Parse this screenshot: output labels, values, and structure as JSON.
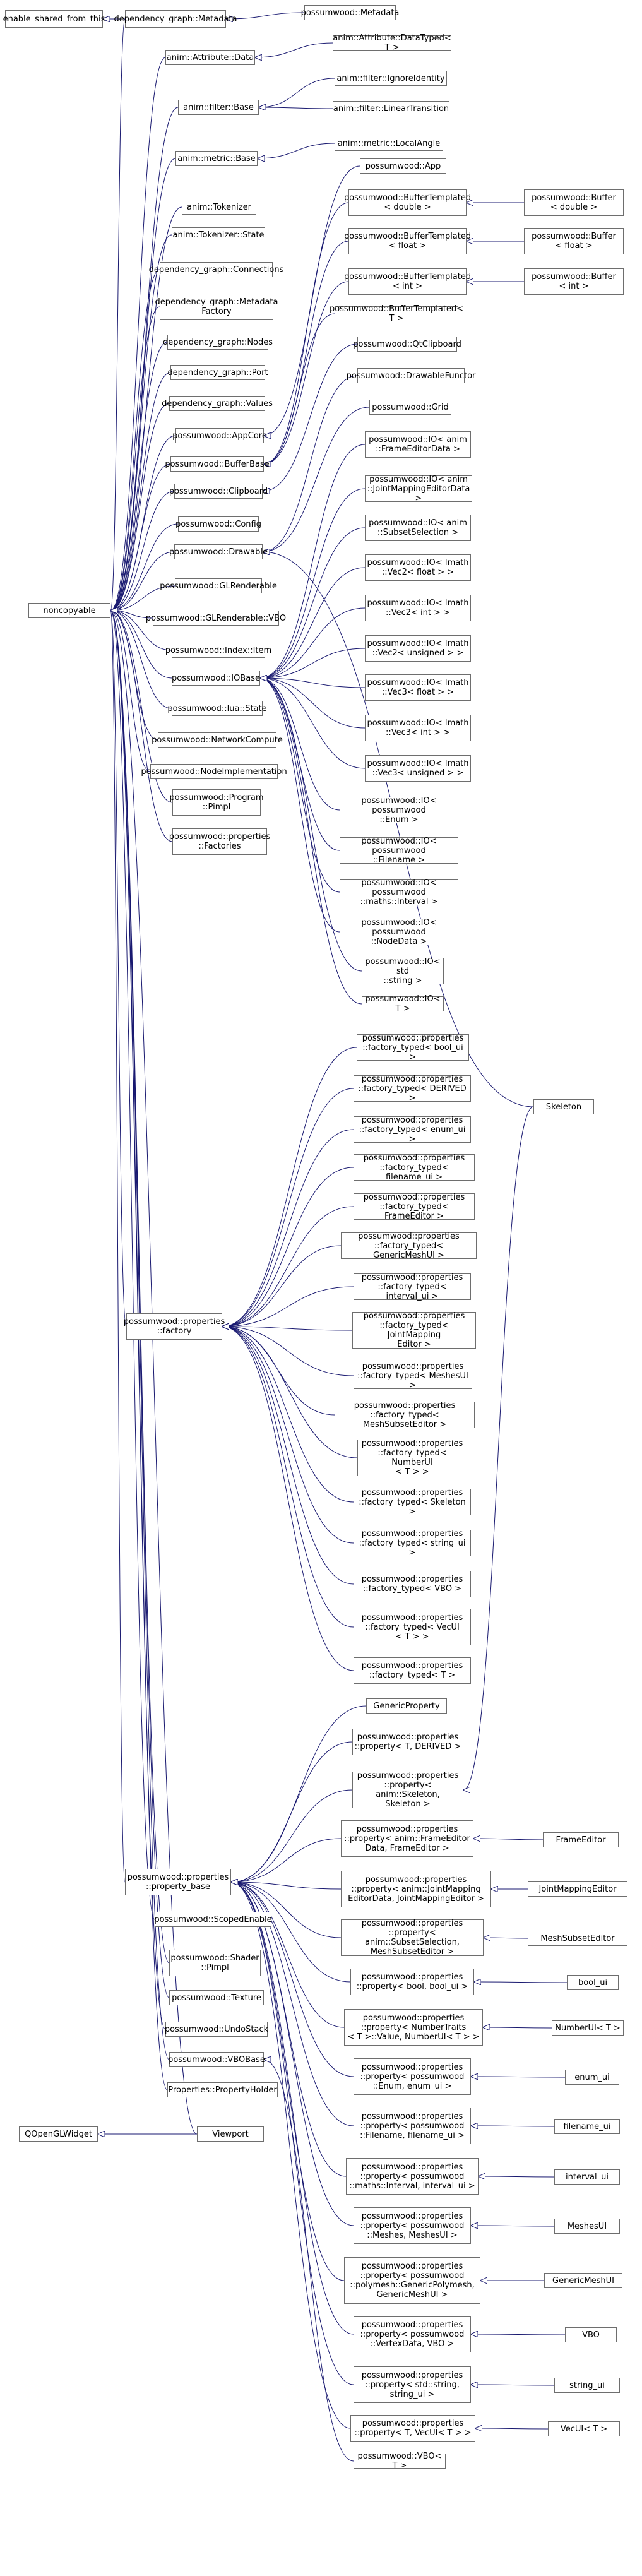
{
  "diagram": {
    "edge_color": "#191970",
    "node_border_color": "#6e6e6e",
    "nodes": [
      {
        "id": "esft",
        "label": "enable_shared_from_this"
      },
      {
        "id": "dgmeta",
        "label": "dependency_graph::Metadata"
      },
      {
        "id": "pwmeta",
        "label": "possumwood::Metadata"
      },
      {
        "id": "aad",
        "label": "anim::Attribute::Data"
      },
      {
        "id": "aadt",
        "label": "anim::Attribute::DataTyped< T >"
      },
      {
        "id": "afb",
        "label": "anim::filter::Base"
      },
      {
        "id": "afi",
        "label": "anim::filter::IgnoreIdentity"
      },
      {
        "id": "afl",
        "label": "anim::filter::LinearTransition"
      },
      {
        "id": "amb",
        "label": "anim::metric::Base"
      },
      {
        "id": "aml",
        "label": "anim::metric::LocalAngle"
      },
      {
        "id": "pwapp",
        "label": "possumwood::App"
      },
      {
        "id": "tok",
        "label": "anim::Tokenizer"
      },
      {
        "id": "btd",
        "label": "possumwood::BufferTemplated\n< double >"
      },
      {
        "id": "bd",
        "label": "possumwood::Buffer\n< double >"
      },
      {
        "id": "toks",
        "label": "anim::Tokenizer::State"
      },
      {
        "id": "btf",
        "label": "possumwood::BufferTemplated\n< float >"
      },
      {
        "id": "bf",
        "label": "possumwood::Buffer\n< float >"
      },
      {
        "id": "dgconn",
        "label": "dependency_graph::Connections"
      },
      {
        "id": "bti",
        "label": "possumwood::BufferTemplated\n< int >"
      },
      {
        "id": "bi",
        "label": "possumwood::Buffer\n< int >"
      },
      {
        "id": "dgmf",
        "label": "dependency_graph::Metadata\nFactory"
      },
      {
        "id": "btt",
        "label": "possumwood::BufferTemplated< T >"
      },
      {
        "id": "dgnodes",
        "label": "dependency_graph::Nodes"
      },
      {
        "id": "qtclip",
        "label": "possumwood::QtClipboard"
      },
      {
        "id": "dgport",
        "label": "dependency_graph::Port"
      },
      {
        "id": "drawfn",
        "label": "possumwood::DrawableFunctor"
      },
      {
        "id": "dgvals",
        "label": "dependency_graph::Values"
      },
      {
        "id": "appcore",
        "label": "possumwood::AppCore"
      },
      {
        "id": "grid",
        "label": "possumwood::Grid"
      },
      {
        "id": "bufbase",
        "label": "possumwood::BufferBase"
      },
      {
        "id": "clip",
        "label": "possumwood::Clipboard"
      },
      {
        "id": "io_fed",
        "label": "possumwood::IO< anim\n::FrameEditorData >"
      },
      {
        "id": "config",
        "label": "possumwood::Config"
      },
      {
        "id": "io_jmed",
        "label": "possumwood::IO< anim\n::JointMappingEditorData >"
      },
      {
        "id": "drawable",
        "label": "possumwood::Drawable"
      },
      {
        "id": "io_ss",
        "label": "possumwood::IO< anim\n::SubsetSelection >"
      },
      {
        "id": "noncopy",
        "label": "noncopyable"
      },
      {
        "id": "glrend",
        "label": "possumwood::GLRenderable"
      },
      {
        "id": "io_v2f",
        "label": "possumwood::IO< Imath\n::Vec2< float > >"
      },
      {
        "id": "glvbo",
        "label": "possumwood::GLRenderable::VBO"
      },
      {
        "id": "io_v2i",
        "label": "possumwood::IO< Imath\n::Vec2< int > >"
      },
      {
        "id": "idxitem",
        "label": "possumwood::Index::Item"
      },
      {
        "id": "io_v2u",
        "label": "possumwood::IO< Imath\n::Vec2< unsigned > >"
      },
      {
        "id": "iobase",
        "label": "possumwood::IOBase"
      },
      {
        "id": "io_v3f",
        "label": "possumwood::IO< Imath\n::Vec3< float > >"
      },
      {
        "id": "luastate",
        "label": "possumwood::lua::State"
      },
      {
        "id": "io_v3i",
        "label": "possumwood::IO< Imath\n::Vec3< int > >"
      },
      {
        "id": "netcomp",
        "label": "possumwood::NetworkCompute"
      },
      {
        "id": "io_v3u",
        "label": "possumwood::IO< Imath\n::Vec3< unsigned > >"
      },
      {
        "id": "nodeimpl",
        "label": "possumwood::NodeImplementation"
      },
      {
        "id": "progpimpl",
        "label": "possumwood::Program\n::Pimpl"
      },
      {
        "id": "io_enum",
        "label": "possumwood::IO< possumwood\n::Enum >"
      },
      {
        "id": "propfacts",
        "label": "possumwood::properties\n::Factories"
      },
      {
        "id": "io_fn",
        "label": "possumwood::IO< possumwood\n::Filename >"
      },
      {
        "id": "io_int",
        "label": "possumwood::IO< possumwood\n::maths::Interval >"
      },
      {
        "id": "io_nd",
        "label": "possumwood::IO< possumwood\n::NodeData >"
      },
      {
        "id": "io_str",
        "label": "possumwood::IO< std\n::string >"
      },
      {
        "id": "io_t",
        "label": "possumwood::IO< T >"
      },
      {
        "id": "ft_bool",
        "label": "possumwood::properties\n::factory_typed< bool_ui >"
      },
      {
        "id": "ft_der",
        "label": "possumwood::properties\n::factory_typed< DERIVED >"
      },
      {
        "id": "skeleton",
        "label": "Skeleton"
      },
      {
        "id": "ft_enum",
        "label": "possumwood::properties\n::factory_typed< enum_ui >"
      },
      {
        "id": "ft_fn",
        "label": "possumwood::properties\n::factory_typed< filename_ui >"
      },
      {
        "id": "ft_fe",
        "label": "possumwood::properties\n::factory_typed< FrameEditor >"
      },
      {
        "id": "ft_gm",
        "label": "possumwood::properties\n::factory_typed< GenericMeshUI >"
      },
      {
        "id": "ft_int",
        "label": "possumwood::properties\n::factory_typed< interval_ui >"
      },
      {
        "id": "factory",
        "label": "possumwood::properties\n::factory"
      },
      {
        "id": "ft_jme",
        "label": "possumwood::properties\n::factory_typed< JointMapping\nEditor >"
      },
      {
        "id": "ft_mesh",
        "label": "possumwood::properties\n::factory_typed< MeshesUI >"
      },
      {
        "id": "ft_mse",
        "label": "possumwood::properties\n::factory_typed< MeshSubsetEditor >"
      },
      {
        "id": "ft_num",
        "label": "possumwood::properties\n::factory_typed< NumberUI\n< T > >"
      },
      {
        "id": "ft_skel",
        "label": "possumwood::properties\n::factory_typed< Skeleton >"
      },
      {
        "id": "ft_str",
        "label": "possumwood::properties\n::factory_typed< string_ui >"
      },
      {
        "id": "ft_vbo",
        "label": "possumwood::properties\n::factory_typed< VBO >"
      },
      {
        "id": "ft_vec",
        "label": "possumwood::properties\n::factory_typed< VecUI\n< T > >"
      },
      {
        "id": "ft_t",
        "label": "possumwood::properties\n::factory_typed< T >"
      },
      {
        "id": "genprop",
        "label": "GenericProperty"
      },
      {
        "id": "p_tder",
        "label": "possumwood::properties\n::property< T, DERIVED >"
      },
      {
        "id": "p_skel",
        "label": "possumwood::properties\n::property< anim::Skeleton,\nSkeleton >"
      },
      {
        "id": "p_fe",
        "label": "possumwood::properties\n::property< anim::FrameEditor\nData, FrameEditor >"
      },
      {
        "id": "frameeditor",
        "label": "FrameEditor"
      },
      {
        "id": "propbase",
        "label": "possumwood::properties\n::property_base"
      },
      {
        "id": "p_jme",
        "label": "possumwood::properties\n::property< anim::JointMapping\nEditorData, JointMappingEditor >"
      },
      {
        "id": "jme",
        "label": "JointMappingEditor"
      },
      {
        "id": "scoped",
        "label": "possumwood::ScopedEnable"
      },
      {
        "id": "p_mse",
        "label": "possumwood::properties\n::property< anim::SubsetSelection,\nMeshSubsetEditor >"
      },
      {
        "id": "mse",
        "label": "MeshSubsetEditor"
      },
      {
        "id": "shpimpl",
        "label": "possumwood::Shader\n::Pimpl"
      },
      {
        "id": "p_bool",
        "label": "possumwood::properties\n::property< bool, bool_ui >"
      },
      {
        "id": "boolui",
        "label": "bool_ui"
      },
      {
        "id": "texture",
        "label": "possumwood::Texture"
      },
      {
        "id": "p_num",
        "label": "possumwood::properties\n::property< NumberTraits\n< T >::Value, NumberUI< T > >"
      },
      {
        "id": "numui",
        "label": "NumberUI< T >"
      },
      {
        "id": "undo",
        "label": "possumwood::UndoStack"
      },
      {
        "id": "p_enum",
        "label": "possumwood::properties\n::property< possumwood\n::Enum, enum_ui >"
      },
      {
        "id": "enumui",
        "label": "enum_ui"
      },
      {
        "id": "vbobase",
        "label": "possumwood::VBOBase"
      },
      {
        "id": "propholder",
        "label": "Properties::PropertyHolder"
      },
      {
        "id": "p_fn",
        "label": "possumwood::properties\n::property< possumwood\n::Filename, filename_ui >"
      },
      {
        "id": "fnui",
        "label": "filename_ui"
      },
      {
        "id": "qglw",
        "label": "QOpenGLWidget"
      },
      {
        "id": "viewport",
        "label": "Viewport"
      },
      {
        "id": "p_int",
        "label": "possumwood::properties\n::property< possumwood\n::maths::Interval, interval_ui >"
      },
      {
        "id": "intui",
        "label": "interval_ui"
      },
      {
        "id": "p_mesh",
        "label": "possumwood::properties\n::property< possumwood\n::Meshes, MeshesUI >"
      },
      {
        "id": "meshui",
        "label": "MeshesUI"
      },
      {
        "id": "p_gm",
        "label": "possumwood::properties\n::property< possumwood\n::polymesh::GenericPolymesh,\nGenericMeshUI >"
      },
      {
        "id": "gmui",
        "label": "GenericMeshUI"
      },
      {
        "id": "p_vbo",
        "label": "possumwood::properties\n::property< possumwood\n::VertexData, VBO >"
      },
      {
        "id": "vboui",
        "label": "VBO"
      },
      {
        "id": "p_str",
        "label": "possumwood::properties\n::property< std::string,\nstring_ui >"
      },
      {
        "id": "strui",
        "label": "string_ui"
      },
      {
        "id": "p_vec",
        "label": "possumwood::properties\n::property< T, VecUI< T > >"
      },
      {
        "id": "vecui",
        "label": "VecUI< T >"
      },
      {
        "id": "vbot",
        "label": "possumwood::VBO< T >"
      }
    ],
    "edges": [
      [
        "dgmeta",
        "esft"
      ],
      [
        "pwmeta",
        "dgmeta"
      ],
      [
        "dgmeta",
        "noncopy"
      ],
      [
        "aadt",
        "aad"
      ],
      [
        "aad",
        "noncopy"
      ],
      [
        "afi",
        "afb"
      ],
      [
        "afl",
        "afb"
      ],
      [
        "afb",
        "noncopy"
      ],
      [
        "aml",
        "amb"
      ],
      [
        "amb",
        "noncopy"
      ],
      [
        "tok",
        "noncopy"
      ],
      [
        "toks",
        "noncopy"
      ],
      [
        "dgconn",
        "noncopy"
      ],
      [
        "dgmf",
        "noncopy"
      ],
      [
        "dgnodes",
        "noncopy"
      ],
      [
        "dgport",
        "noncopy"
      ],
      [
        "dgvals",
        "noncopy"
      ],
      [
        "pwapp",
        "appcore"
      ],
      [
        "appcore",
        "noncopy"
      ],
      [
        "bd",
        "btd"
      ],
      [
        "bf",
        "btf"
      ],
      [
        "bi",
        "bti"
      ],
      [
        "btd",
        "bufbase"
      ],
      [
        "btf",
        "bufbase"
      ],
      [
        "bti",
        "bufbase"
      ],
      [
        "btt",
        "bufbase"
      ],
      [
        "bufbase",
        "noncopy"
      ],
      [
        "qtclip",
        "clip"
      ],
      [
        "clip",
        "noncopy"
      ],
      [
        "config",
        "noncopy"
      ],
      [
        "drawfn",
        "drawable"
      ],
      [
        "grid",
        "drawable"
      ],
      [
        "skeleton",
        "drawable"
      ],
      [
        "drawable",
        "noncopy"
      ],
      [
        "glrend",
        "noncopy"
      ],
      [
        "glvbo",
        "noncopy"
      ],
      [
        "idxitem",
        "noncopy"
      ],
      [
        "io_fed",
        "iobase"
      ],
      [
        "io_jmed",
        "iobase"
      ],
      [
        "io_ss",
        "iobase"
      ],
      [
        "io_v2f",
        "iobase"
      ],
      [
        "io_v2i",
        "iobase"
      ],
      [
        "io_v2u",
        "iobase"
      ],
      [
        "io_v3f",
        "iobase"
      ],
      [
        "io_v3i",
        "iobase"
      ],
      [
        "io_v3u",
        "iobase"
      ],
      [
        "io_enum",
        "iobase"
      ],
      [
        "io_fn",
        "iobase"
      ],
      [
        "io_int",
        "iobase"
      ],
      [
        "io_nd",
        "iobase"
      ],
      [
        "io_str",
        "iobase"
      ],
      [
        "io_t",
        "iobase"
      ],
      [
        "iobase",
        "noncopy"
      ],
      [
        "luastate",
        "noncopy"
      ],
      [
        "netcomp",
        "noncopy"
      ],
      [
        "nodeimpl",
        "noncopy"
      ],
      [
        "progpimpl",
        "noncopy"
      ],
      [
        "propfacts",
        "noncopy"
      ],
      [
        "ft_bool",
        "factory"
      ],
      [
        "ft_der",
        "factory"
      ],
      [
        "ft_enum",
        "factory"
      ],
      [
        "ft_fn",
        "factory"
      ],
      [
        "ft_fe",
        "factory"
      ],
      [
        "ft_gm",
        "factory"
      ],
      [
        "ft_int",
        "factory"
      ],
      [
        "ft_jme",
        "factory"
      ],
      [
        "ft_mesh",
        "factory"
      ],
      [
        "ft_mse",
        "factory"
      ],
      [
        "ft_num",
        "factory"
      ],
      [
        "ft_skel",
        "factory"
      ],
      [
        "ft_str",
        "factory"
      ],
      [
        "ft_vbo",
        "factory"
      ],
      [
        "ft_vec",
        "factory"
      ],
      [
        "ft_t",
        "factory"
      ],
      [
        "factory",
        "noncopy"
      ],
      [
        "genprop",
        "propbase"
      ],
      [
        "p_tder",
        "propbase"
      ],
      [
        "p_skel",
        "propbase"
      ],
      [
        "p_fe",
        "propbase"
      ],
      [
        "p_jme",
        "propbase"
      ],
      [
        "p_mse",
        "propbase"
      ],
      [
        "p_bool",
        "propbase"
      ],
      [
        "p_num",
        "propbase"
      ],
      [
        "p_enum",
        "propbase"
      ],
      [
        "p_fn",
        "propbase"
      ],
      [
        "p_int",
        "propbase"
      ],
      [
        "p_mesh",
        "propbase"
      ],
      [
        "p_gm",
        "propbase"
      ],
      [
        "p_vbo",
        "propbase"
      ],
      [
        "p_str",
        "propbase"
      ],
      [
        "p_vec",
        "propbase"
      ],
      [
        "propbase",
        "noncopy"
      ],
      [
        "skeleton",
        "p_skel"
      ],
      [
        "frameeditor",
        "p_fe"
      ],
      [
        "jme",
        "p_jme"
      ],
      [
        "mse",
        "p_mse"
      ],
      [
        "boolui",
        "p_bool"
      ],
      [
        "numui",
        "p_num"
      ],
      [
        "enumui",
        "p_enum"
      ],
      [
        "fnui",
        "p_fn"
      ],
      [
        "intui",
        "p_int"
      ],
      [
        "meshui",
        "p_mesh"
      ],
      [
        "gmui",
        "p_gm"
      ],
      [
        "vboui",
        "p_vbo"
      ],
      [
        "strui",
        "p_str"
      ],
      [
        "vecui",
        "p_vec"
      ],
      [
        "scoped",
        "noncopy"
      ],
      [
        "shpimpl",
        "noncopy"
      ],
      [
        "texture",
        "noncopy"
      ],
      [
        "undo",
        "noncopy"
      ],
      [
        "vbot",
        "vbobase"
      ],
      [
        "vbobase",
        "noncopy"
      ],
      [
        "propholder",
        "noncopy"
      ],
      [
        "viewport",
        "qglw"
      ],
      [
        "viewport",
        "noncopy"
      ]
    ]
  }
}
